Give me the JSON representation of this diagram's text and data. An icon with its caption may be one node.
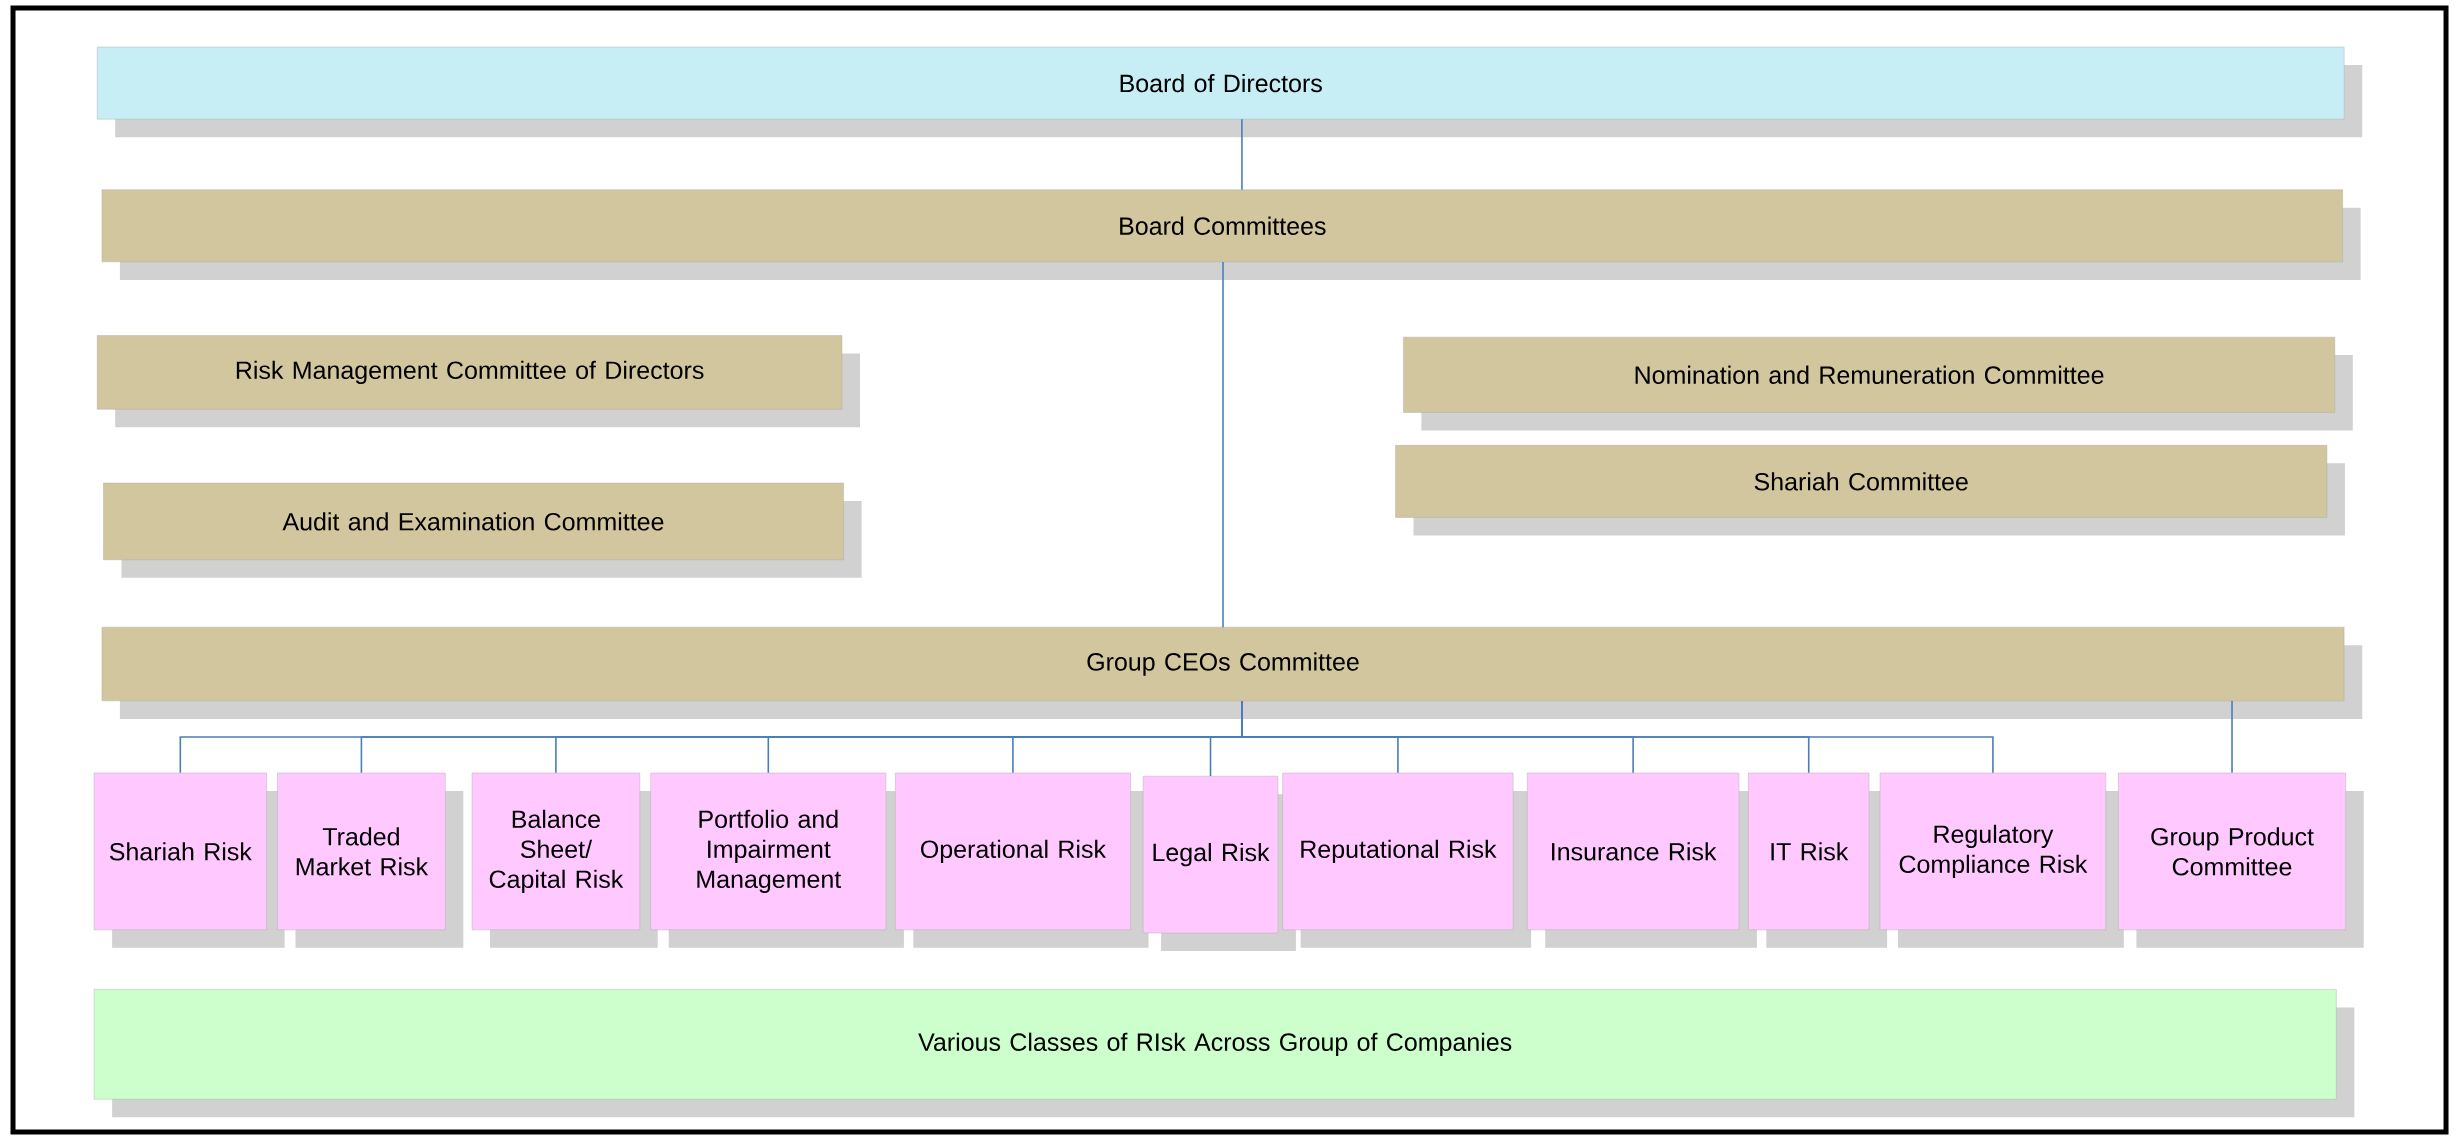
{
  "diagram": {
    "nodes": [
      {
        "text": [
          "Board of Directors"
        ]
      },
      {
        "text": [
          "Board Committees"
        ]
      },
      {
        "text": [
          "Risk Management Committee of Directors"
        ]
      },
      {
        "text": [
          "Nomination and Remuneration Committee"
        ]
      },
      {
        "text": [
          "Shariah Committee"
        ]
      },
      {
        "text": [
          "Audit and Examination Committee"
        ]
      },
      {
        "text": [
          "Group CEOs Committee"
        ]
      },
      {
        "text": [
          "Shariah Risk"
        ]
      },
      {
        "text": [
          "Traded Market Risk"
        ]
      },
      {
        "text": [
          "Balance Sheet/ Capital Risk"
        ]
      },
      {
        "text": [
          "Portfolio and Impairment Management"
        ]
      },
      {
        "text": [
          "Operational Risk"
        ]
      },
      {
        "text": [
          "Legal Risk"
        ]
      },
      {
        "text": [
          "Reputational Risk"
        ]
      },
      {
        "text": [
          "Insurance Risk"
        ]
      },
      {
        "text": [
          "IT Risk"
        ]
      },
      {
        "text": [
          "Regulatory Compliance Risk"
        ]
      },
      {
        "text": [
          "Group Product Committee"
        ]
      },
      {
        "text": [
          "Various Classes of RIsk Across Group of Companies"
        ]
      }
    ],
    "edges": [
      {
        "from": 0,
        "to": 1,
        "arrow": "none"
      },
      {
        "from": 1,
        "to": 6,
        "arrow": "none"
      },
      {
        "from": 6,
        "to": 7,
        "arrow": "none"
      },
      {
        "from": 6,
        "to": 8,
        "arrow": "none"
      },
      {
        "from": 6,
        "to": 9,
        "arrow": "none"
      },
      {
        "from": 6,
        "to": 10,
        "arrow": "none"
      },
      {
        "from": 6,
        "to": 11,
        "arrow": "none"
      },
      {
        "from": 6,
        "to": 12,
        "arrow": "none"
      },
      {
        "from": 6,
        "to": 13,
        "arrow": "none"
      },
      {
        "from": 6,
        "to": 14,
        "arrow": "none"
      },
      {
        "from": 6,
        "to": 15,
        "arrow": "none"
      },
      {
        "from": 6,
        "to": 16,
        "arrow": "none"
      },
      {
        "from": 6,
        "to": 17,
        "arrow": "none"
      }
    ]
  }
}
